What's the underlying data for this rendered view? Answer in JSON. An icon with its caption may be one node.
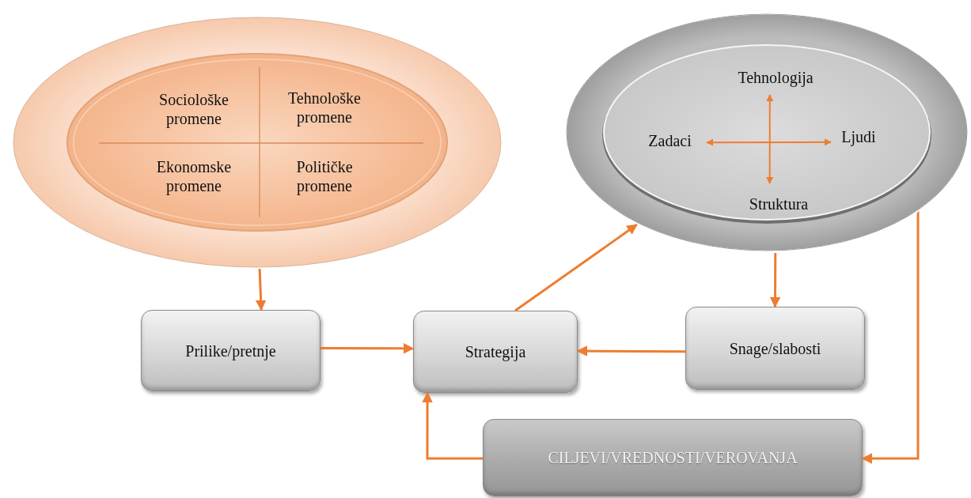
{
  "diagram": {
    "nodes": [
      {
        "text": [],
        "shape": "ellipse"
      },
      {
        "text": [
          "Sociološke promene"
        ],
        "in": 0
      },
      {
        "text": [
          "Tehnološke promene"
        ],
        "in": 0
      },
      {
        "text": [
          "Ekonomske promene"
        ],
        "in": 0
      },
      {
        "text": [
          "Političke promene"
        ],
        "in": 0
      },
      {
        "text": [],
        "shape": "ellipse"
      },
      {
        "text": [
          "Tehnologija"
        ],
        "in": 5
      },
      {
        "text": [
          "Zadaci"
        ],
        "in": 5
      },
      {
        "text": [
          "Ljudi"
        ],
        "in": 5
      },
      {
        "text": [
          "Struktura"
        ],
        "in": 5
      },
      {
        "text": [
          "Prilike/pretnje"
        ]
      },
      {
        "text": [
          "Strategija"
        ]
      },
      {
        "text": [
          "Snage/slabosti"
        ]
      },
      {
        "text": [
          "CILJEVI/VREDNOSTI/VEROVANJA"
        ]
      }
    ],
    "edges": [
      {
        "from": 0,
        "to": 10,
        "arrow": "to"
      },
      {
        "from": 10,
        "to": 11,
        "arrow": "to"
      },
      {
        "from": 12,
        "to": 11,
        "arrow": "to"
      },
      {
        "from": 11,
        "to": 5,
        "arrow": "to"
      },
      {
        "from": 5,
        "to": 12,
        "arrow": "to"
      },
      {
        "from": 5,
        "to": 13,
        "arrow": "to"
      },
      {
        "from": 13,
        "to": 11,
        "arrow": "to"
      },
      {
        "from": 7,
        "to": 8,
        "arrow": "both"
      },
      {
        "from": 6,
        "to": 9,
        "arrow": "both"
      }
    ]
  }
}
